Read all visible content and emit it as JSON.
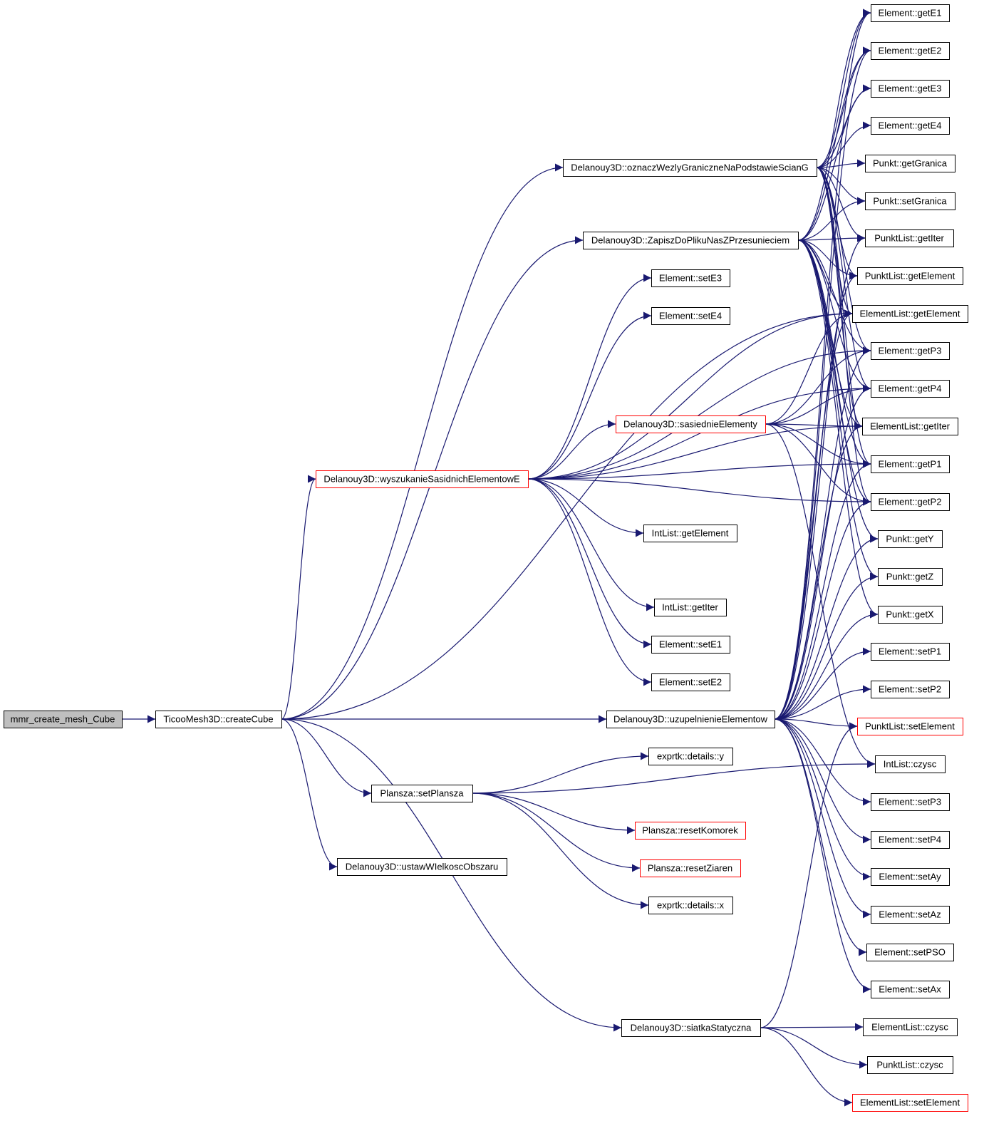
{
  "colors": {
    "edge": "#191970",
    "box_border": "#000000",
    "box_border_truncated": "#ff0000",
    "root_fill": "#bfbfbf",
    "background": "#ffffff"
  },
  "nodes": {
    "mmr": {
      "label": "mmr_create_mesh_Cube",
      "style": "root"
    },
    "createCube": {
      "label": "TicooMesh3D::createCube",
      "style": "normal"
    },
    "oznacz": {
      "label": "Delanouy3D::oznaczWezlyGraniczneNaPodstawieScianG",
      "style": "normal"
    },
    "zapisz": {
      "label": "Delanouy3D::ZapiszDoPlikuNasZPrzesunieciem",
      "style": "normal"
    },
    "setE3": {
      "label": "Element::setE3",
      "style": "normal"
    },
    "setE4": {
      "label": "Element::setE4",
      "style": "normal"
    },
    "sasiednie": {
      "label": "Delanouy3D::sasiednieElementy",
      "style": "red"
    },
    "wyszukanie": {
      "label": "Delanouy3D::wyszukanieSasidnichElementowE",
      "style": "red"
    },
    "intGetElement": {
      "label": "IntList::getElement",
      "style": "normal"
    },
    "intGetIter": {
      "label": "IntList::getIter",
      "style": "normal"
    },
    "setE1": {
      "label": "Element::setE1",
      "style": "normal"
    },
    "setE2": {
      "label": "Element::setE2",
      "style": "normal"
    },
    "uzupelnienie": {
      "label": "Delanouy3D::uzupelnienieElementow",
      "style": "normal"
    },
    "detailsY": {
      "label": "exprtk::details::y",
      "style": "normal"
    },
    "setPlansza": {
      "label": "Plansza::setPlansza",
      "style": "normal"
    },
    "resetKomorek": {
      "label": "Plansza::resetKomorek",
      "style": "red"
    },
    "resetZiaren": {
      "label": "Plansza::resetZiaren",
      "style": "red"
    },
    "detailsX": {
      "label": "exprtk::details::x",
      "style": "normal"
    },
    "ustaw": {
      "label": "Delanouy3D::ustawWIelkoscObszaru",
      "style": "normal"
    },
    "siatka": {
      "label": "Delanouy3D::siatkaStatyczna",
      "style": "normal"
    },
    "getE1": {
      "label": "Element::getE1",
      "style": "normal"
    },
    "getE2": {
      "label": "Element::getE2",
      "style": "normal"
    },
    "getE3": {
      "label": "Element::getE3",
      "style": "normal"
    },
    "getE4": {
      "label": "Element::getE4",
      "style": "normal"
    },
    "getGranica": {
      "label": "Punkt::getGranica",
      "style": "normal"
    },
    "setGranica": {
      "label": "Punkt::setGranica",
      "style": "normal"
    },
    "pGetIter": {
      "label": "PunktList::getIter",
      "style": "normal"
    },
    "pGetElement": {
      "label": "PunktList::getElement",
      "style": "normal"
    },
    "eGetElement": {
      "label": "ElementList::getElement",
      "style": "normal"
    },
    "getP3": {
      "label": "Element::getP3",
      "style": "normal"
    },
    "getP4": {
      "label": "Element::getP4",
      "style": "normal"
    },
    "eGetIter": {
      "label": "ElementList::getIter",
      "style": "normal"
    },
    "getP1": {
      "label": "Element::getP1",
      "style": "normal"
    },
    "getP2": {
      "label": "Element::getP2",
      "style": "normal"
    },
    "getY": {
      "label": "Punkt::getY",
      "style": "normal"
    },
    "getZ": {
      "label": "Punkt::getZ",
      "style": "normal"
    },
    "getX": {
      "label": "Punkt::getX",
      "style": "normal"
    },
    "setP1": {
      "label": "Element::setP1",
      "style": "normal"
    },
    "setP2": {
      "label": "Element::setP2",
      "style": "normal"
    },
    "pSetElement": {
      "label": "PunktList::setElement",
      "style": "red"
    },
    "intCzysc": {
      "label": "IntList::czysc",
      "style": "normal"
    },
    "setP3": {
      "label": "Element::setP3",
      "style": "normal"
    },
    "setP4": {
      "label": "Element::setP4",
      "style": "normal"
    },
    "setAy": {
      "label": "Element::setAy",
      "style": "normal"
    },
    "setAz": {
      "label": "Element::setAz",
      "style": "normal"
    },
    "setPSO": {
      "label": "Element::setPSO",
      "style": "normal"
    },
    "setAx": {
      "label": "Element::setAx",
      "style": "normal"
    },
    "eCzysc": {
      "label": "ElementList::czysc",
      "style": "normal"
    },
    "pCzysc": {
      "label": "PunktList::czysc",
      "style": "normal"
    },
    "eSetElement": {
      "label": "ElementList::setElement",
      "style": "red"
    }
  },
  "edges": [
    [
      "mmr",
      "createCube"
    ],
    [
      "createCube",
      "oznacz"
    ],
    [
      "createCube",
      "zapisz"
    ],
    [
      "createCube",
      "wyszukanie"
    ],
    [
      "createCube",
      "uzupelnienie"
    ],
    [
      "createCube",
      "setPlansza"
    ],
    [
      "createCube",
      "ustaw"
    ],
    [
      "createCube",
      "siatka"
    ],
    [
      "createCube",
      "eGetElement"
    ],
    [
      "oznacz",
      "getE1"
    ],
    [
      "oznacz",
      "getE2"
    ],
    [
      "oznacz",
      "getE3"
    ],
    [
      "oznacz",
      "getE4"
    ],
    [
      "oznacz",
      "getGranica"
    ],
    [
      "oznacz",
      "setGranica"
    ],
    [
      "oznacz",
      "pGetIter"
    ],
    [
      "oznacz",
      "pGetElement"
    ],
    [
      "oznacz",
      "eGetElement"
    ],
    [
      "oznacz",
      "getP3"
    ],
    [
      "oznacz",
      "getP4"
    ],
    [
      "oznacz",
      "eGetIter"
    ],
    [
      "oznacz",
      "getP1"
    ],
    [
      "oznacz",
      "getP2"
    ],
    [
      "zapisz",
      "getE1"
    ],
    [
      "zapisz",
      "getE2"
    ],
    [
      "zapisz",
      "getE3"
    ],
    [
      "zapisz",
      "setGranica"
    ],
    [
      "zapisz",
      "pGetIter"
    ],
    [
      "zapisz",
      "pGetElement"
    ],
    [
      "zapisz",
      "eGetElement"
    ],
    [
      "zapisz",
      "getP3"
    ],
    [
      "zapisz",
      "getP4"
    ],
    [
      "zapisz",
      "eGetIter"
    ],
    [
      "zapisz",
      "getP1"
    ],
    [
      "zapisz",
      "getP2"
    ],
    [
      "zapisz",
      "getY"
    ],
    [
      "zapisz",
      "getZ"
    ],
    [
      "zapisz",
      "getX"
    ],
    [
      "wyszukanie",
      "setE3"
    ],
    [
      "wyszukanie",
      "setE4"
    ],
    [
      "wyszukanie",
      "sasiednie"
    ],
    [
      "wyszukanie",
      "intGetElement"
    ],
    [
      "wyszukanie",
      "intGetIter"
    ],
    [
      "wyszukanie",
      "setE1"
    ],
    [
      "wyszukanie",
      "setE2"
    ],
    [
      "wyszukanie",
      "getP3"
    ],
    [
      "wyszukanie",
      "getP4"
    ],
    [
      "wyszukanie",
      "eGetIter"
    ],
    [
      "wyszukanie",
      "getP1"
    ],
    [
      "wyszukanie",
      "getP2"
    ],
    [
      "wyszukanie",
      "eGetElement"
    ],
    [
      "sasiednie",
      "eGetElement"
    ],
    [
      "sasiednie",
      "getP3"
    ],
    [
      "sasiednie",
      "getP4"
    ],
    [
      "sasiednie",
      "eGetIter"
    ],
    [
      "sasiednie",
      "getP1"
    ],
    [
      "sasiednie",
      "getP2"
    ],
    [
      "sasiednie",
      "intCzysc"
    ],
    [
      "uzupelnienie",
      "getE1"
    ],
    [
      "uzupelnienie",
      "getE2"
    ],
    [
      "uzupelnienie",
      "pGetIter"
    ],
    [
      "uzupelnienie",
      "pGetElement"
    ],
    [
      "uzupelnienie",
      "eGetElement"
    ],
    [
      "uzupelnienie",
      "getP3"
    ],
    [
      "uzupelnienie",
      "getP4"
    ],
    [
      "uzupelnienie",
      "eGetIter"
    ],
    [
      "uzupelnienie",
      "getP1"
    ],
    [
      "uzupelnienie",
      "getP2"
    ],
    [
      "uzupelnienie",
      "getY"
    ],
    [
      "uzupelnienie",
      "getZ"
    ],
    [
      "uzupelnienie",
      "getX"
    ],
    [
      "uzupelnienie",
      "setP1"
    ],
    [
      "uzupelnienie",
      "setP2"
    ],
    [
      "uzupelnienie",
      "pSetElement"
    ],
    [
      "uzupelnienie",
      "setP3"
    ],
    [
      "uzupelnienie",
      "setP4"
    ],
    [
      "uzupelnienie",
      "setAy"
    ],
    [
      "uzupelnienie",
      "setAz"
    ],
    [
      "uzupelnienie",
      "setPSO"
    ],
    [
      "uzupelnienie",
      "setAx"
    ],
    [
      "setPlansza",
      "detailsY"
    ],
    [
      "setPlansza",
      "intCzysc"
    ],
    [
      "setPlansza",
      "resetKomorek"
    ],
    [
      "setPlansza",
      "resetZiaren"
    ],
    [
      "setPlansza",
      "detailsX"
    ],
    [
      "siatka",
      "eCzysc"
    ],
    [
      "siatka",
      "pCzysc"
    ],
    [
      "siatka",
      "eSetElement"
    ],
    [
      "siatka",
      "pSetElement"
    ]
  ]
}
